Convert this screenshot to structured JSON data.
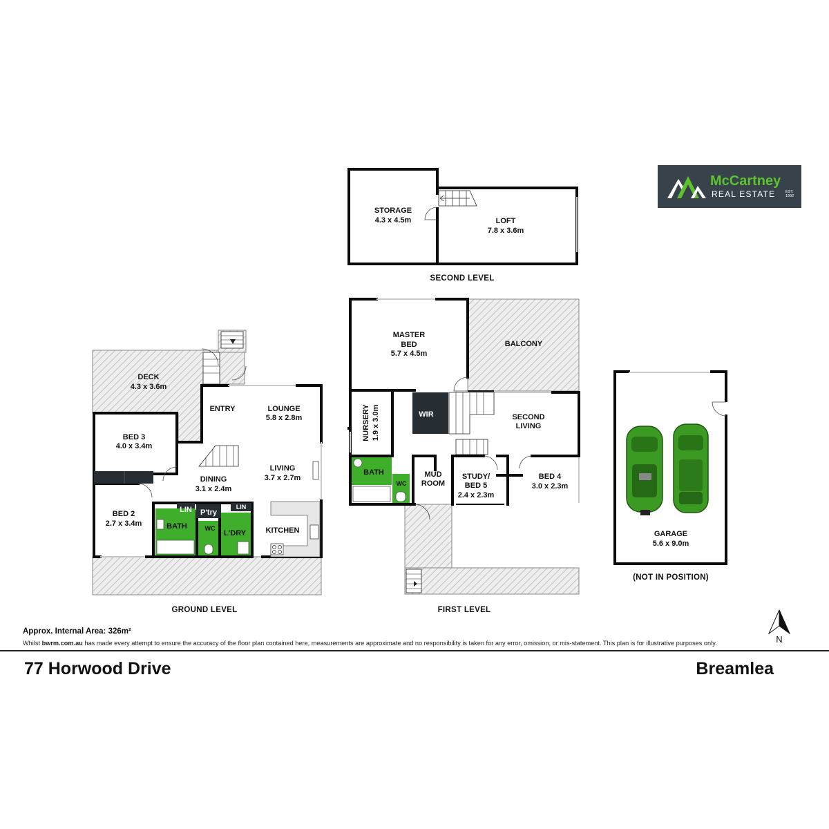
{
  "brand": {
    "name": "McCartney",
    "tagline": "REAL ESTATE",
    "est": "EST. 1992",
    "bg_color": "#37424b",
    "accent_color": "#5cc22e"
  },
  "levels": {
    "second": "SECOND LEVEL",
    "first": "FIRST LEVEL",
    "ground": "GROUND LEVEL",
    "garage_note": "(NOT IN POSITION)"
  },
  "rooms": {
    "storage": {
      "name": "STORAGE",
      "size": "4.3 x 4.5m"
    },
    "loft": {
      "name": "LOFT",
      "size": "7.8 x 3.6m"
    },
    "master": {
      "name": "MASTER",
      "name2": "BED",
      "size": "5.7 x 4.5m"
    },
    "balcony": {
      "name": "BALCONY"
    },
    "nursery": {
      "name": "NURSERY",
      "size": "1.9 x 3.0m"
    },
    "wir": {
      "name": "WIR"
    },
    "second_living": {
      "name": "SECOND",
      "name2": "LIVING"
    },
    "bath_first": {
      "name": "BATH"
    },
    "wc_first": {
      "name": "WC"
    },
    "mud_room": {
      "name": "MUD",
      "name2": "ROOM"
    },
    "study": {
      "name": "STUDY/",
      "name2": "BED 5",
      "size": "2.4 x 2.3m"
    },
    "bed4": {
      "name": "BED 4",
      "size": "3.0 x 2.3m"
    },
    "garage": {
      "name": "GARAGE",
      "size": "5.6 x 9.0m"
    },
    "deck": {
      "name": "DECK",
      "size": "4.3 x 3.6m"
    },
    "entry": {
      "name": "ENTRY"
    },
    "lounge": {
      "name": "LOUNGE",
      "size": "5.8 x 2.8m"
    },
    "bed3": {
      "name": "BED 3",
      "size": "4.0 x 3.4m"
    },
    "dining": {
      "name": "DINING",
      "size": "3.1 x 2.4m"
    },
    "living": {
      "name": "LIVING",
      "size": "3.7 x 2.7m"
    },
    "bed2": {
      "name": "BED 2",
      "size": "2.7 x 3.4m"
    },
    "lin1": {
      "name": "LIN"
    },
    "pantry": {
      "name": "P'try"
    },
    "lin2": {
      "name": "LIN"
    },
    "bath_ground": {
      "name": "BATH"
    },
    "wc_ground": {
      "name": "WC"
    },
    "laundry": {
      "name": "L'DRY"
    },
    "kitchen": {
      "name": "KITCHEN"
    }
  },
  "compass": {
    "label": "N"
  },
  "footer": {
    "area_label": "Approx. Internal Area:",
    "area_value": "326m²",
    "disclaimer_pre": "Whilst",
    "disclaimer_site": "bwrm.com.au",
    "disclaimer_post": "has made every attempt to ensure the accuracy of the floor plan contained here, measurements are approximate and no responsibility is taken for any error, omission, or mis-statement. This plan is for illustrative purposes only.",
    "address": "77 Horwood Drive",
    "suburb": "Breamlea"
  },
  "colors": {
    "wet_area": "#3fae2a",
    "dark_joinery": "#262d33",
    "hatch": "#b5b5b5",
    "car": "#3a9a22"
  }
}
